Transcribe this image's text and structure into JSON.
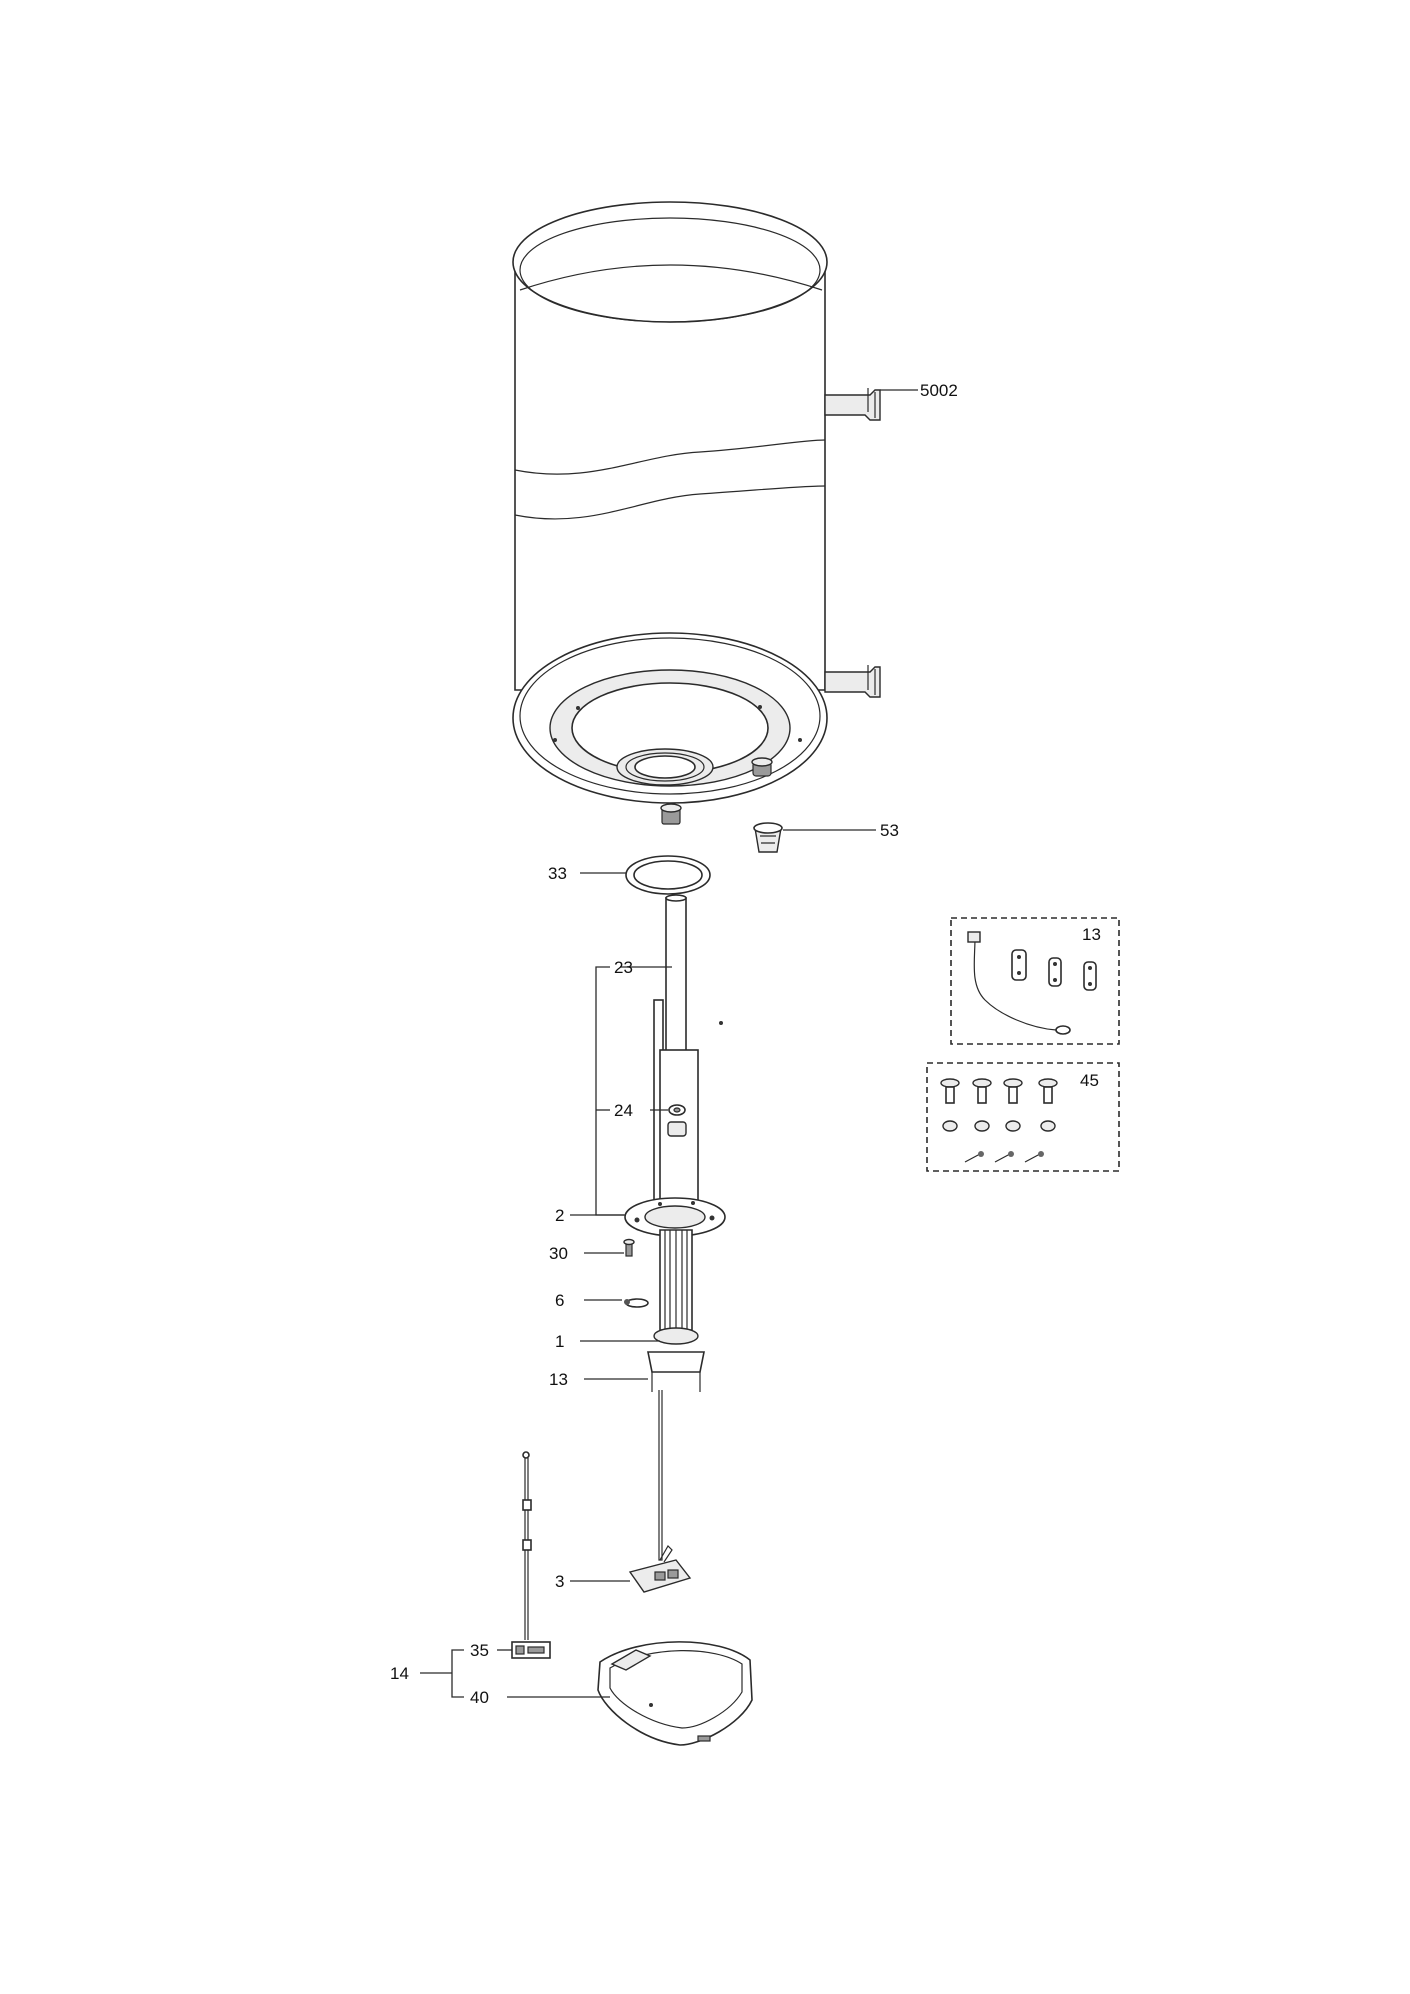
{
  "labels": {
    "bracket_upper": "5002",
    "drain_plug": "53",
    "gasket": "33",
    "anode_rod": "23",
    "anode_nut": "24",
    "flange": "2",
    "screw": "30",
    "clip": "6",
    "heating_element": "1",
    "terminal_clips": "13",
    "thermostat": "3",
    "group": "14",
    "control_unit": "35",
    "cover": "40",
    "kit_cable": "13",
    "kit_screws": "45"
  }
}
